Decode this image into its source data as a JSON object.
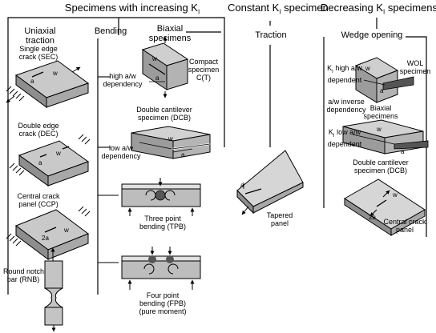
{
  "headers": {
    "increasing": "Specimens with increasing K",
    "constant": "Constant K",
    "constant_suffix": " specimen",
    "decreasing": "Decreasing K",
    "decreasing_suffix": " specimens",
    "k_subscript": "I"
  },
  "columns": {
    "uniaxial": [
      "Uniaxial",
      "traction"
    ],
    "bending": "Bending",
    "biaxial": [
      "Biaxial",
      "specimens"
    ],
    "traction": "Traction",
    "wedge": "Wedge opening"
  },
  "specimens": {
    "sec": [
      "Single edge",
      "crack (SEC)"
    ],
    "dec": [
      "Double edge",
      "crack (DEC)"
    ],
    "ccp": [
      "Central crack",
      "panel (CCP)"
    ],
    "rnb": [
      "Round notch",
      "bar (RNB)"
    ],
    "ct": [
      "Compact",
      "specimen",
      "C(T)"
    ],
    "high_aw": [
      "high a/w",
      "dependency"
    ],
    "dcb_mid": [
      "Double cantilever",
      "specimen (DCB)"
    ],
    "low_aw": [
      "low a/w",
      "dependency"
    ],
    "tpb": [
      "Three point",
      "bending (TPB)"
    ],
    "fpb": [
      "Four point",
      "bending (FPB)",
      "(pure moment)"
    ],
    "tapered": [
      "Tapered",
      "panel"
    ],
    "k_high": [
      "K",
      "I",
      " high a/w",
      "dependent"
    ],
    "wol": [
      "WOL",
      "specimen"
    ],
    "aw_inverse": [
      "a/w inverse",
      "dependency"
    ],
    "biaxial_right": [
      "Biaxial",
      "specimens"
    ],
    "k_low": [
      "K",
      "I",
      " low a/w",
      "dependent"
    ],
    "dcb_right": [
      "Double cantilever",
      "specimen (DCB)"
    ],
    "ccp_right": [
      "Central crack",
      "panel"
    ]
  },
  "dim_letters": {
    "a": "a",
    "w": "w",
    "two_a": "2a"
  }
}
